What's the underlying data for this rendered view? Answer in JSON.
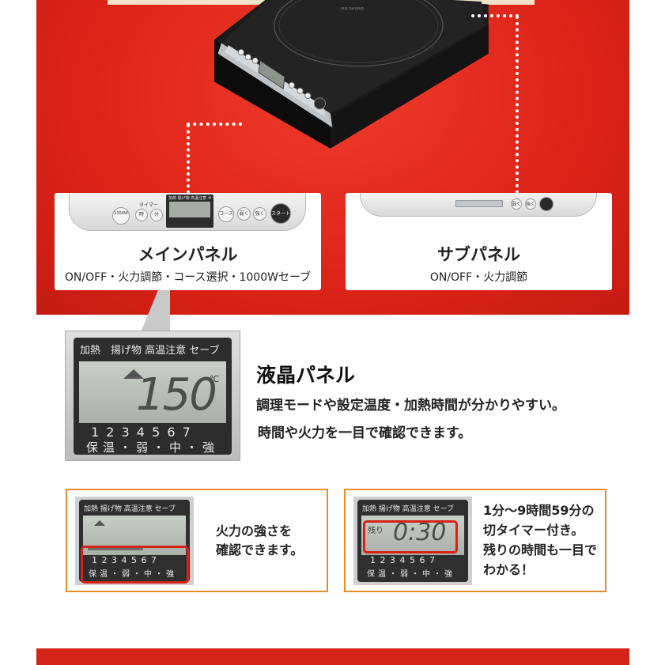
{
  "main_panel": {
    "title": "メインパネル",
    "subtitle": "ON/OFF・火力調節・コース選択・1000Wセーブ",
    "timer_label": "タイマー",
    "save_label": "1000W\nセーブ",
    "hour_label": "時",
    "minute_label": "分",
    "course_label": "コース",
    "weak_label": "弱く",
    "strong_label": "強く",
    "start_label": "スタート",
    "lcd_header": "加熱 揚げ物 高温注意 セーブ"
  },
  "sub_panel": {
    "title": "サブパネル",
    "subtitle": "ON/OFF・火力調節",
    "weak_label": "弱く",
    "strong_label": "強く"
  },
  "lcd_panel": {
    "title": "液晶パネル",
    "desc_line1": "調理モードや設定温度・加熱時間が分かりやすい。",
    "desc_line2": "時間や火力を一目で確認できます。",
    "header": "加熱　揚げ物 高温注意 セーブ",
    "temperature": "150",
    "unit": "℃",
    "levels": "1 2 3 4 5 6 7",
    "level_words": "保温・弱・中・強"
  },
  "power_box": {
    "lcd_header": "加熱 揚げ物 高温注意 セーブ",
    "levels": "1 2 3 4 5 6 7",
    "level_words": "保温・弱・中・強",
    "line1": "火力の強さを",
    "line2": "確認できます。"
  },
  "timer_box": {
    "lcd_header": "加熱 揚げ物 高温注意 セーブ",
    "remaining_label": "残り",
    "time": "0:30",
    "levels": "1 2 3 4 5 6 7",
    "level_words": "保温・弱・中・強",
    "line1": "1分～9時間59分の",
    "line2": "切タイマー付き。",
    "line3": "残りの時間も一目で",
    "line4": "わかる！"
  },
  "stove": {
    "brand": "IRIS OHYAMA"
  },
  "colors": {
    "red": "#dd2318",
    "orange_border": "#e88b2a",
    "highlight_red": "#d6231a"
  }
}
